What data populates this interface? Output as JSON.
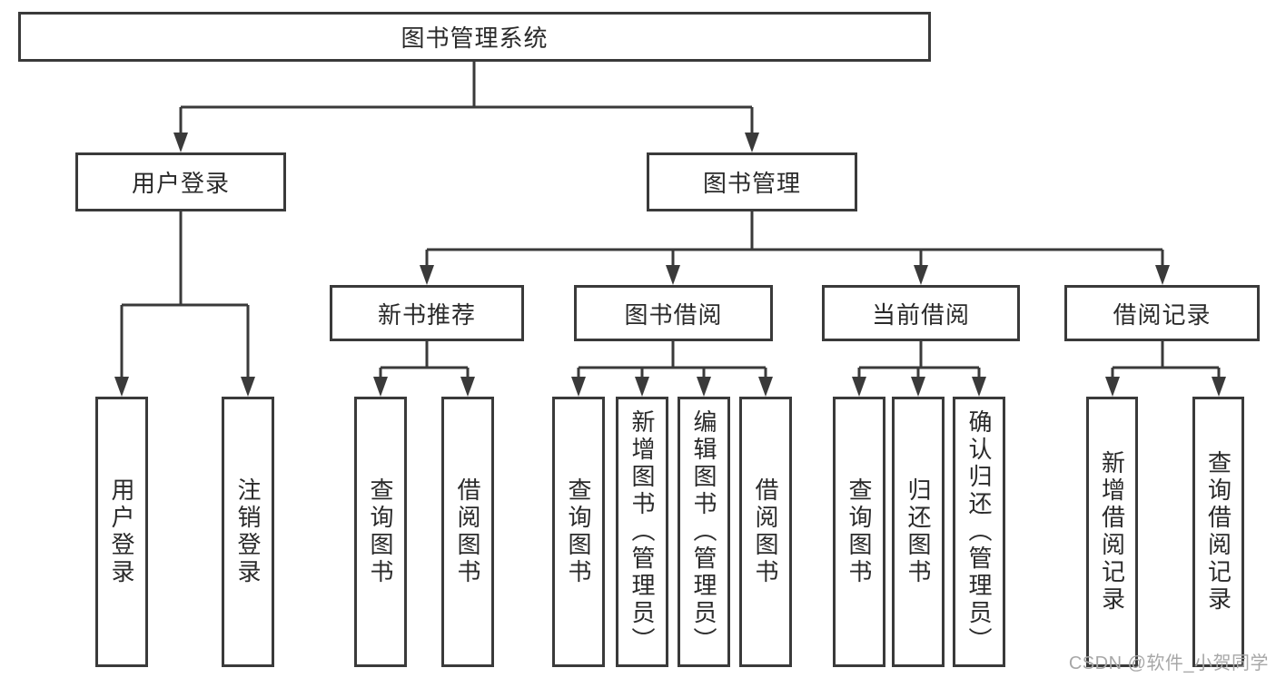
{
  "tree": {
    "label": "图书管理系统",
    "children": [
      {
        "label": "用户登录",
        "children": [
          {
            "label": "用户登录"
          },
          {
            "label": "注销登录"
          }
        ]
      },
      {
        "label": "图书管理",
        "children": [
          {
            "label": "新书推荐",
            "children": [
              {
                "label": "查询图书"
              },
              {
                "label": "借阅图书"
              }
            ]
          },
          {
            "label": "图书借阅",
            "children": [
              {
                "label": "查询图书"
              },
              {
                "label": "新增图书（管理员）"
              },
              {
                "label": "编辑图书（管理员）"
              },
              {
                "label": "借阅图书"
              }
            ]
          },
          {
            "label": "当前借阅",
            "children": [
              {
                "label": "查询图书"
              },
              {
                "label": "归还图书"
              },
              {
                "label": "确认归还（管理员）"
              }
            ]
          },
          {
            "label": "借阅记录",
            "children": [
              {
                "label": "新增借阅记录"
              },
              {
                "label": "查询借阅记录"
              }
            ]
          }
        ]
      }
    ]
  },
  "colors": {
    "line": "#3a3a3a",
    "text": "#2a2a2a",
    "watermark": "#a7a7a7",
    "background": "#ffffff"
  },
  "watermark": "CSDN @软件_小贺同学"
}
